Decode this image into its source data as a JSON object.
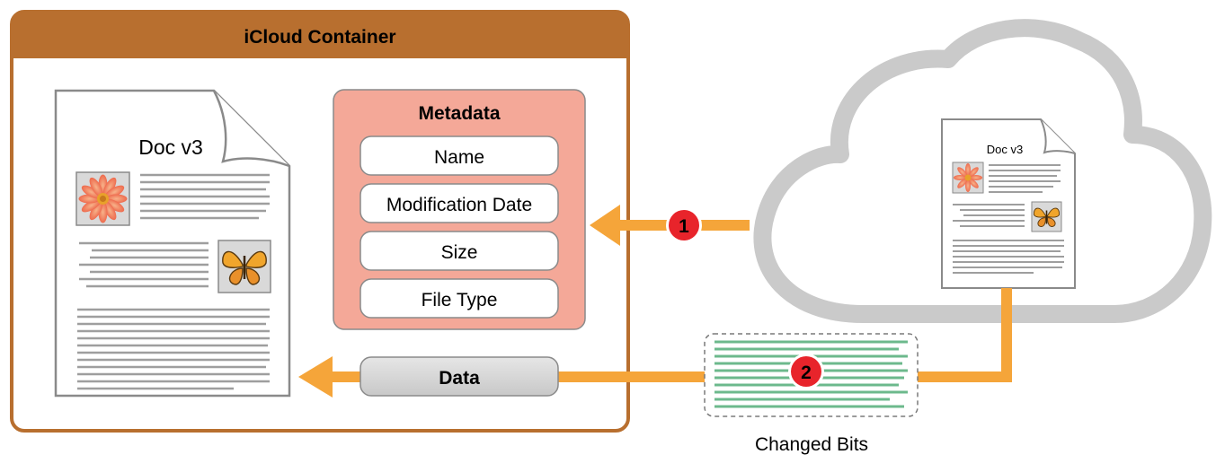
{
  "container": {
    "title": "iCloud Container"
  },
  "local_document": {
    "title": "Doc v3"
  },
  "cloud_document": {
    "title": "Doc v3"
  },
  "metadata": {
    "title": "Metadata",
    "fields": [
      "Name",
      "Modification Date",
      "Size",
      "File Type"
    ]
  },
  "data_label": "Data",
  "changed_bits_label": "Changed Bits",
  "steps": {
    "step1": "1",
    "step2": "2"
  },
  "colors": {
    "container_border": "#b86f2f",
    "arrow": "#f5a53a",
    "metadata_fill": "#f4a898",
    "badge": "#e8242b",
    "cloud": "#c8c8c8",
    "bits": "#6cb98c"
  }
}
